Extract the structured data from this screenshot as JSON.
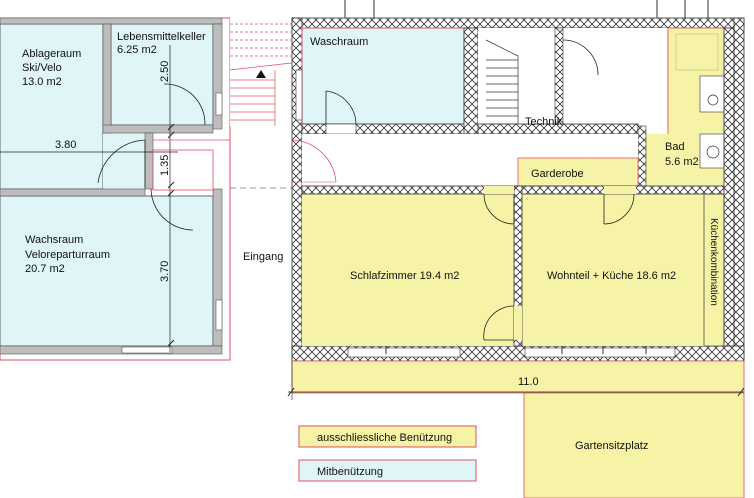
{
  "rooms": {
    "ablage_name": "Ablageraum",
    "ablage_sub": "Ski/Velo",
    "ablage_area": "13.0 m2",
    "keller_name": "Lebensmittelkeller",
    "keller_area": "6.25 m2",
    "wasch_name": "Wachsraum",
    "wasch_sub": "Veloreparturraum",
    "wasch_area": "20.7 m2",
    "waschraum": "Waschraum",
    "technik": "Technik",
    "bad": "Bad",
    "bad_area": "5.6 m2",
    "garderobe": "Garderobe",
    "schlaf": "Schlafzimmer 19.4 m2",
    "wohn": "Wohnteil + Küche 18.6 m2",
    "kueche": "Küchenkombination",
    "eingang": "Eingang",
    "garten": "Gartensitzplatz"
  },
  "dimensions": {
    "d380": "3.80",
    "d250": "2.50",
    "d135": "1.35",
    "d370": "3.70",
    "d110": "11.0"
  },
  "legend": {
    "exclusive": "ausschliessliche Benützung",
    "shared": "Mitbenützung"
  },
  "colors": {
    "yellow": "#f7f3a6",
    "cyan": "#dff5f8",
    "wall_red": "#e05060"
  }
}
